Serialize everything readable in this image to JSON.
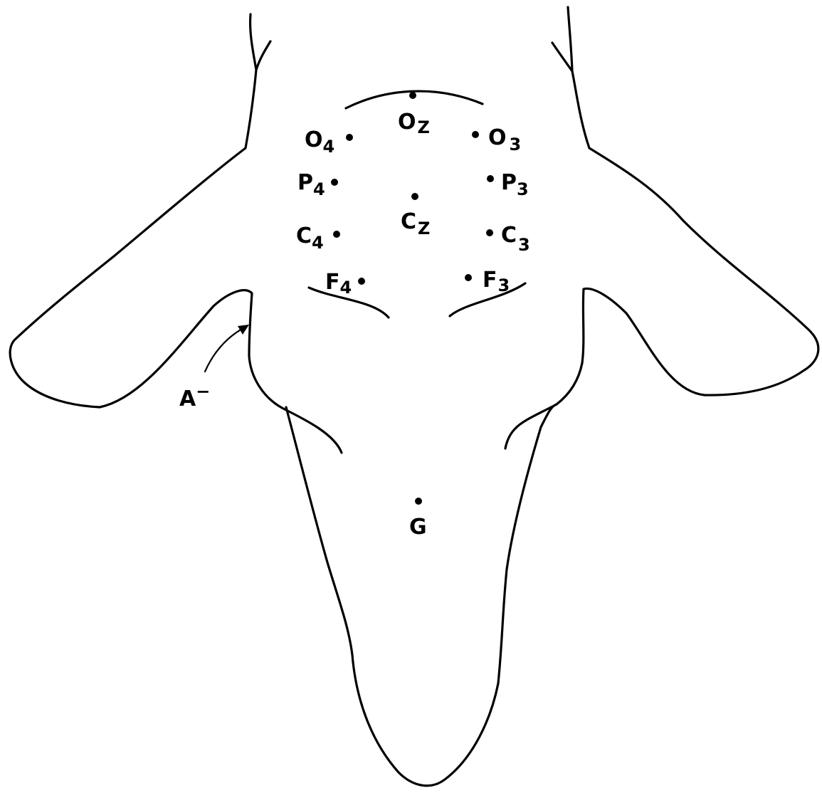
{
  "labels": {
    "oz": {
      "main": "O",
      "sub": "Z"
    },
    "o4": {
      "main": "O",
      "sub": "4"
    },
    "o3": {
      "main": "O",
      "sub": "3"
    },
    "p4": {
      "main": "P",
      "sub": "4"
    },
    "p3": {
      "main": "P",
      "sub": "3"
    },
    "cz": {
      "main": "C",
      "sub": "Z"
    },
    "c4": {
      "main": "C",
      "sub": "4"
    },
    "c3": {
      "main": "C",
      "sub": "3"
    },
    "f4": {
      "main": "F",
      "sub": "4"
    },
    "f3": {
      "main": "F",
      "sub": "3"
    },
    "a": {
      "main": "A",
      "sup": "−"
    },
    "g": {
      "main": "G"
    }
  }
}
